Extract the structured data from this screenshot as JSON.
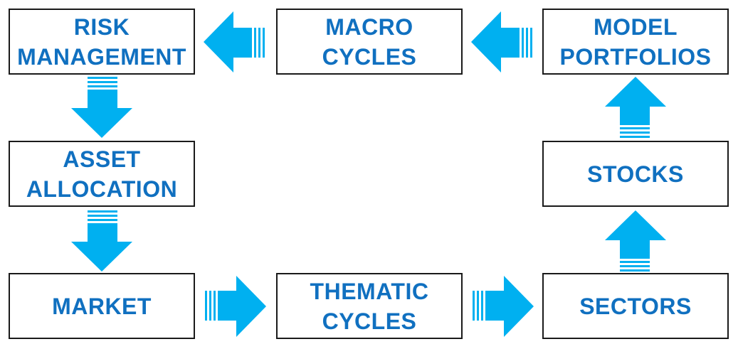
{
  "colors": {
    "accent": "#00b0f0",
    "text": "#1070c0",
    "border": "#1a1a1a"
  },
  "boxes": {
    "risk_management": "RISK\nMANAGEMENT",
    "macro_cycles": "MACRO\nCYCLES",
    "model_portfolios": "MODEL\nPORTFOLIOS",
    "asset_allocation": "ASSET\nALLOCATION",
    "stocks": "STOCKS",
    "market": "MARKET",
    "thematic_cycles": "THEMATIC\nCYCLES",
    "sectors": "SECTORS"
  }
}
